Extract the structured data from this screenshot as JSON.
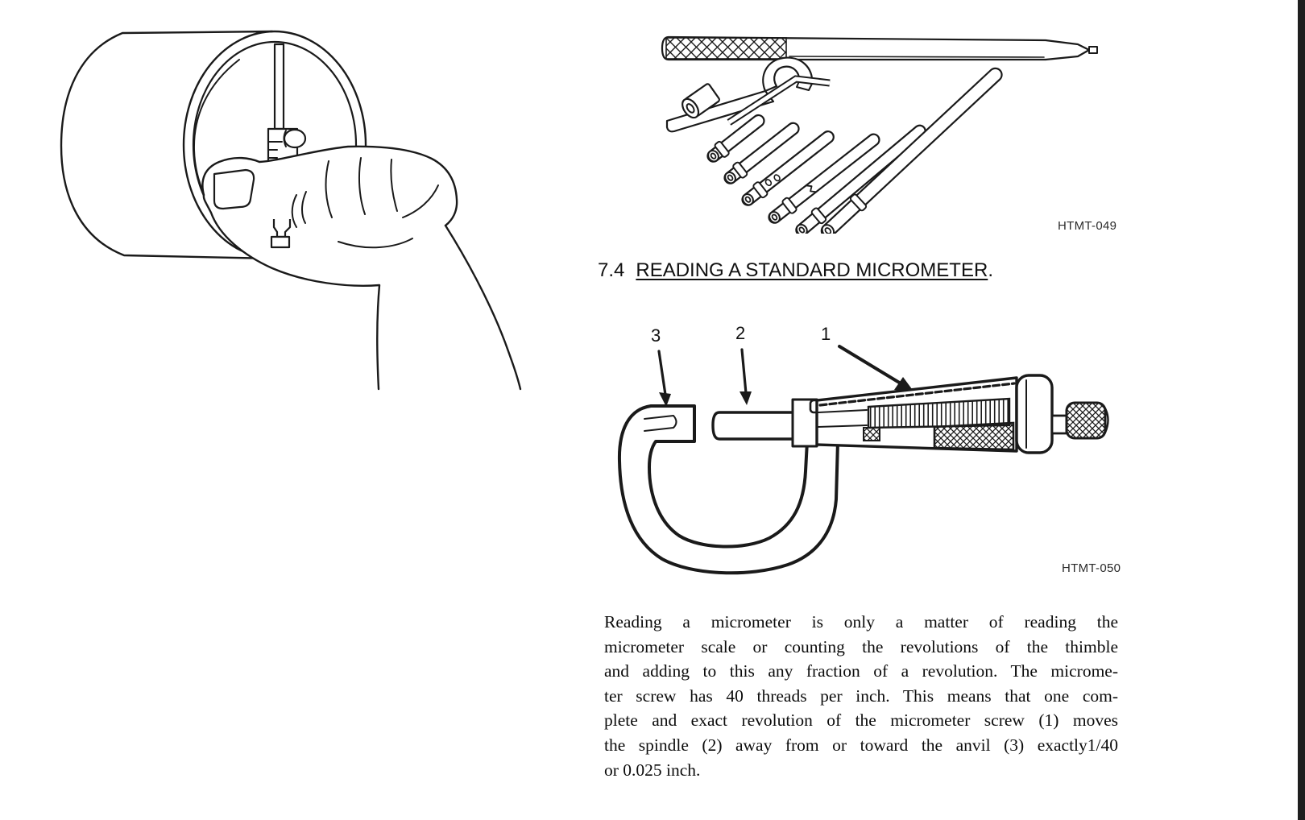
{
  "heading": {
    "number": "7.4",
    "title": "READING A STANDARD MICROMETER",
    "suffix": "."
  },
  "figure_rod_set": {
    "caption": "HTMT-049"
  },
  "figure_micrometer": {
    "caption": "HTMT-050",
    "callout_1": "1",
    "callout_2": "2",
    "callout_3": "3"
  },
  "paragraph": {
    "lines": [
      "Reading a micrometer is only a matter of reading the",
      "micrometer scale or counting the revolutions of the thimble",
      "and adding to this any fraction of a revolution. The microme-",
      "ter screw has 40 threads per inch. This means that one com-",
      "plete and exact revolution of the micrometer screw (1) moves",
      "the spindle (2) away from or toward the anvil (3) exactly1/40",
      "or 0.025 inch."
    ]
  }
}
